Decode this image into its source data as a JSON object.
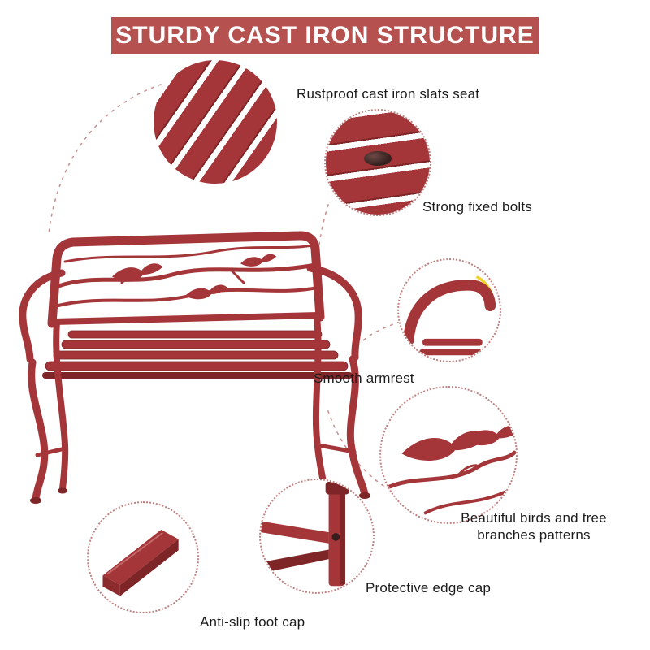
{
  "banner": {
    "title": "STURDY CAST IRON STRUCTURE"
  },
  "callouts": {
    "slats": {
      "label": "Rustproof cast iron slats seat"
    },
    "bolts": {
      "label": "Strong fixed bolts"
    },
    "armrest": {
      "label": "Smooth armrest"
    },
    "pattern": {
      "label_line1": "Beautiful birds and tree",
      "label_line2": "branches patterns"
    },
    "edge_cap": {
      "label": "Protective edge cap"
    },
    "foot_cap": {
      "label": "Anti-slip foot cap"
    }
  },
  "colors": {
    "banner_bg": "#b5524f",
    "banner_text": "#ffffff",
    "bench_red": "#a43538",
    "bench_red_dark": "#7e2527",
    "bolt_dark": "#35201f",
    "accent_yellow": "#f2d12c",
    "label_text": "#1b1b1b",
    "dot_border": "#bf8080"
  }
}
